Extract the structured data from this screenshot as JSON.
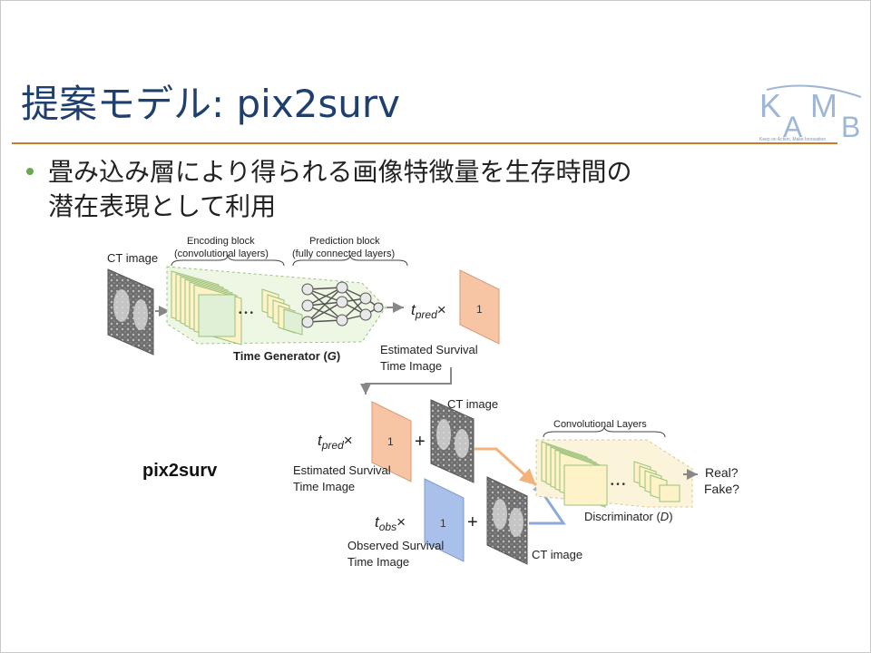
{
  "slide": {
    "title": "提案モデル: pix2surv",
    "bullet_line1": "畳み込み層により得られる画像特徴量を生存時間の",
    "bullet_line2": "潜在表現として利用"
  },
  "logo": {
    "brand_letters": [
      "K",
      "A",
      "M",
      "B"
    ],
    "tagline": "Keep on Action, Make Innovation"
  },
  "diagram": {
    "generator": {
      "ct_image_label": "CT image",
      "encoding_block_line1": "Encoding block",
      "encoding_block_line2": "(convolutional layers)",
      "prediction_block_line1": "Prediction block",
      "prediction_block_line2": "(fully connected layers)",
      "name_prefix": "Time Generator (",
      "name_symbol": "G",
      "name_suffix": ")",
      "t_pred": "t",
      "t_pred_sub": "pred",
      "times": "×",
      "output_value": "1",
      "output_label_line1": "Estimated Survival",
      "output_label_line2": "Time Image",
      "ellipsis": "• • •"
    },
    "discriminator": {
      "model_name": "pix2surv",
      "t_pred": "t",
      "t_pred_sub": "pred",
      "t_obs": "t",
      "t_obs_sub": "obs",
      "times": "×",
      "plus": "+",
      "est_value": "1",
      "obs_value": "1",
      "ct_image_label_top": "CT image",
      "ct_image_label_bottom": "CT image",
      "est_label_line1": "Estimated Survival",
      "est_label_line2": "Time Image",
      "obs_label_line1": "Observed Survival",
      "obs_label_line2": "Time Image",
      "conv_layers_label": "Convolutional Layers",
      "name_prefix": "Discriminator (",
      "name_symbol": "D",
      "name_suffix": ")",
      "real_label": "Real?",
      "fake_label": "Fake?",
      "ellipsis": "• • •"
    },
    "colors": {
      "conv_layer": "#fdf2c8",
      "conv_layer_green": "#dff0d6",
      "block_bg": "#eef6e4",
      "block_bg_yellow": "#fbf4da",
      "est_image": "#f7c4a4",
      "obs_image": "#a9c1ea",
      "arrow_orange": "#f2b37a",
      "arrow_blue": "#8ea9d9",
      "arrow_gray": "#888888"
    }
  }
}
